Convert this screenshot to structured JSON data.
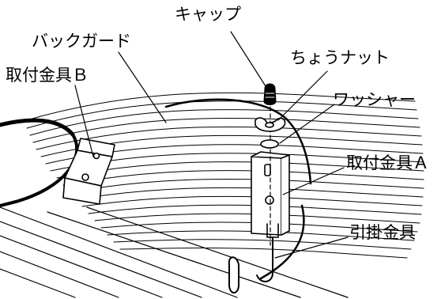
{
  "labels": {
    "cap": "キャップ",
    "back_guard": "バックガード",
    "bracket_b": "取付金具Ｂ",
    "wing_nut": "ちょうナット",
    "washer": "ワッシャー",
    "bracket_a": "取付金具Ａ",
    "hook_fitting": "引掛金具"
  },
  "colors": {
    "ink": "#000000",
    "background": "#ffffff"
  }
}
